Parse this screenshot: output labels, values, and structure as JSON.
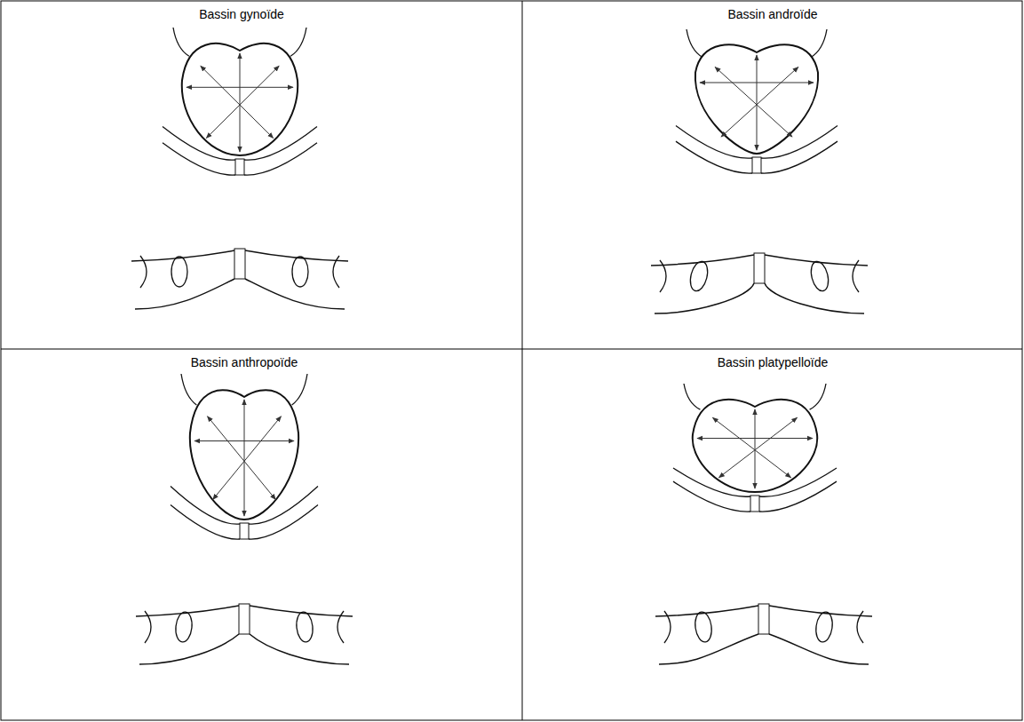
{
  "diagram": {
    "labels": [
      "Bassin gynoïde",
      "Bassin androïde",
      "Bassin anthropoïde",
      "Bassin platypelloïde"
    ]
  }
}
